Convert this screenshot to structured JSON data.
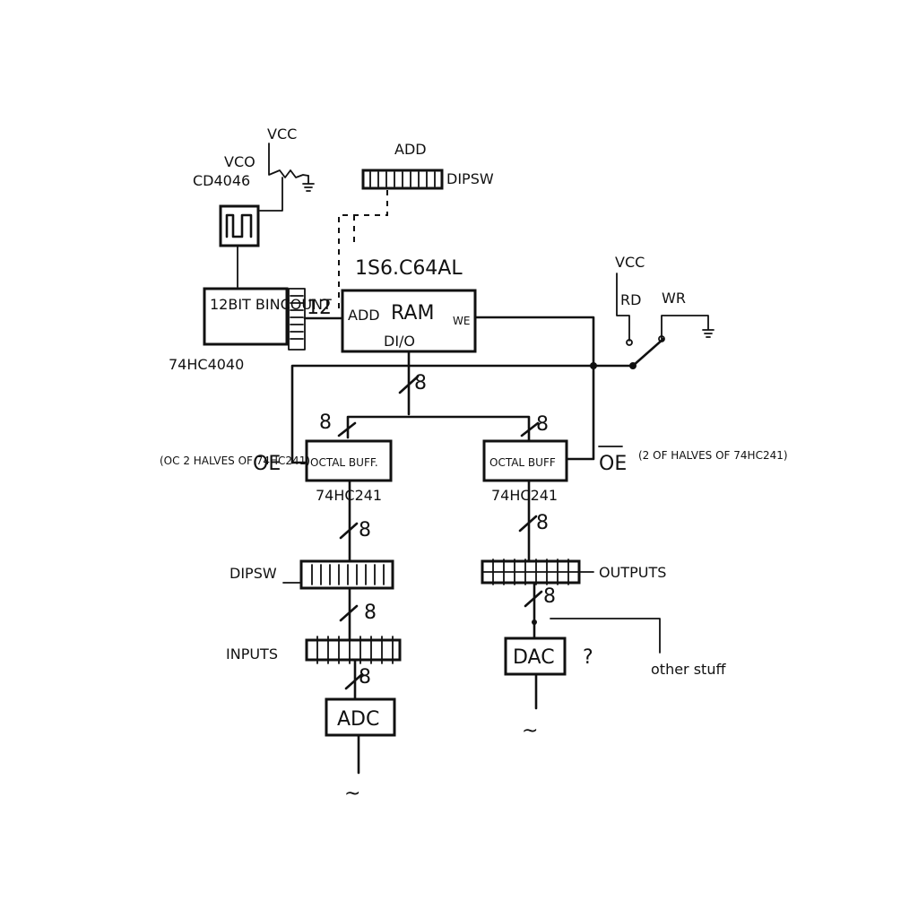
{
  "labels": {
    "vcc_top": "VCC",
    "vco": "VCO",
    "cd4046": "CD4046",
    "addr": "ADD",
    "dipsw_top": "DIPSW",
    "ram_part": "1S6.C64AL",
    "counter": "12BIT BINCOUNT",
    "counter_part": "74HC4040",
    "bus_12": "12",
    "ram_addr": "ADD",
    "ram_name": "RAM",
    "ram_we": "WE",
    "ram_io": "DI/O",
    "vcc_right": "VCC",
    "rd": "RD",
    "wr": "WR",
    "bus_main": "8",
    "bus_left": "8",
    "bus_right": "8",
    "oe_note_left": "(OC 2 HALVES OF 74HC241)",
    "oe_left": "OE",
    "oe_right": "OE",
    "oe_note_right": "(2 OF HALVES OF 74HC241)",
    "buf_left": "OCTAL BUFF.",
    "buf_right": "OCTAL BUFF",
    "buf_left_part": "74HC241",
    "buf_right_part": "74HC241",
    "bus_l2": "8",
    "bus_r2": "8",
    "dipsw_left": "DIPSW",
    "outputs": "OUTPUTS",
    "bus_l3": "8",
    "bus_r3": "8",
    "inputs": "INPUTS",
    "bus_l4": "8",
    "dac": "DAC",
    "question": "?",
    "other_stuff": "other stuff",
    "adc": "ADC",
    "sine_left": "~",
    "sine_right": "~"
  },
  "colors": {
    "ink": "#111111",
    "paper": "#ffffff"
  }
}
